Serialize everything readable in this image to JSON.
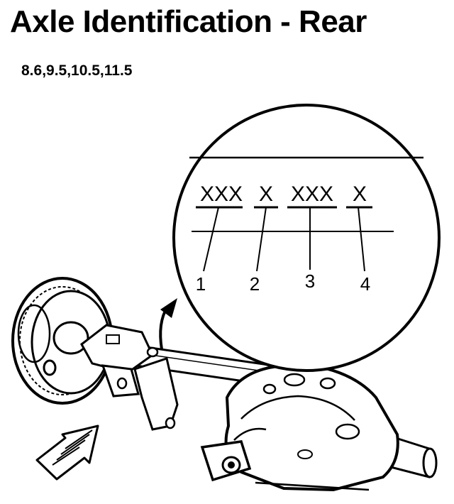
{
  "header": {
    "title": "Axle Identification - Rear",
    "sizes": "8.6,9.5,10.5,11.5"
  },
  "code_segments": [
    {
      "text": "XXX",
      "number": "1"
    },
    {
      "text": "X",
      "number": "2"
    },
    {
      "text": "XXX",
      "number": "3"
    },
    {
      "text": "X",
      "number": "4"
    }
  ],
  "icons": {
    "detail_arrow": "curved-arrow-icon",
    "front_direction": "front-direction-arrow-icon"
  },
  "colors": {
    "ink": "#000000",
    "paper": "#ffffff"
  }
}
